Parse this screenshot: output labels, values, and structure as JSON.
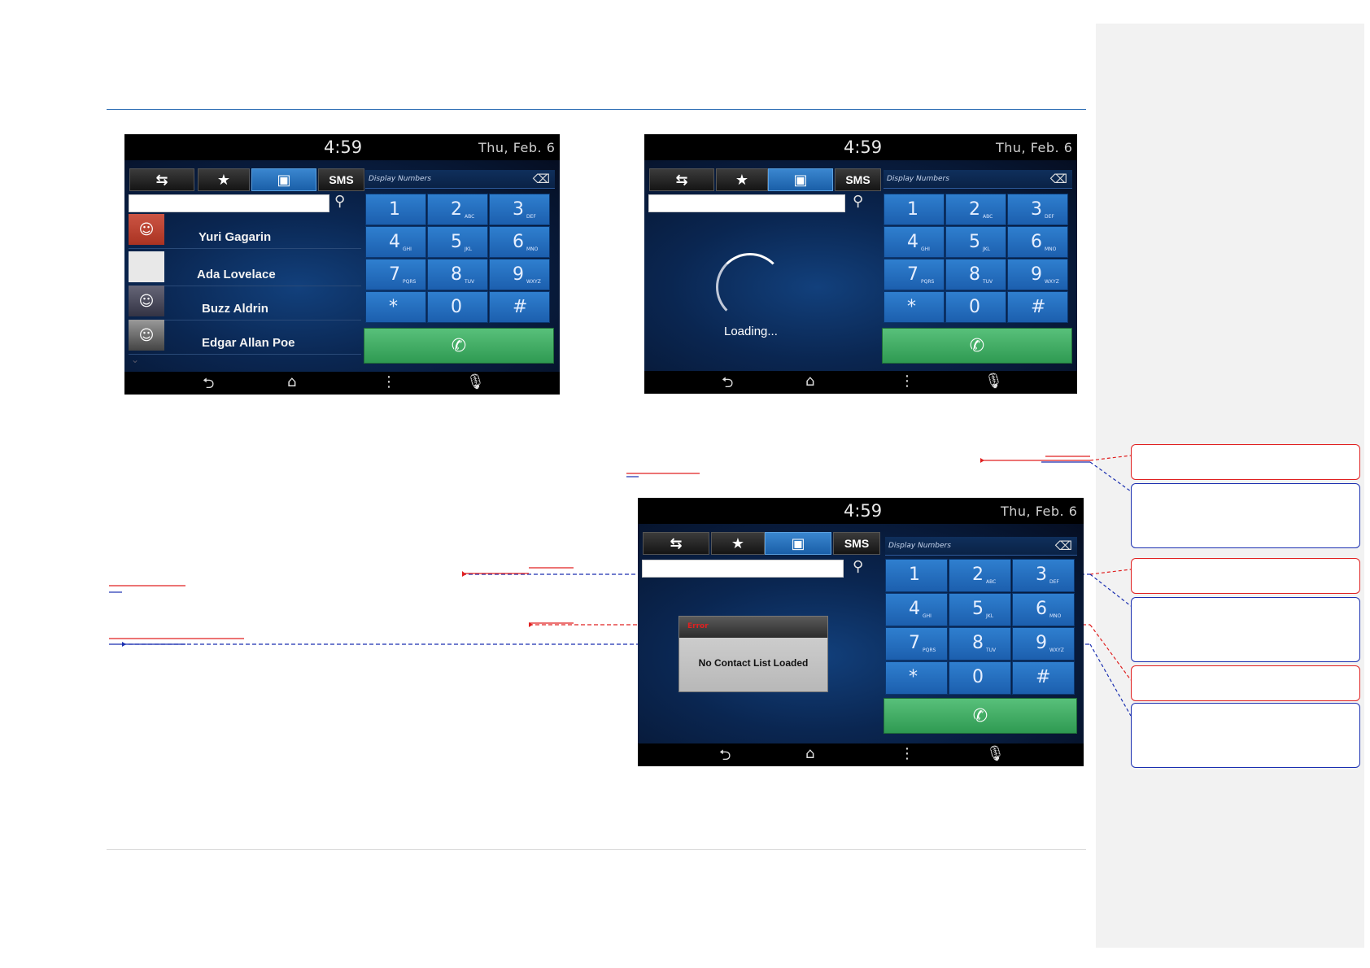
{
  "screens": [
    {
      "time": "4:59",
      "date": "Thu, Feb. 6",
      "tabs": {
        "recent_icon": "call-log-icon",
        "favorites_icon": "star-icon",
        "contacts_icon": "contacts-book-icon",
        "sms_label": "SMS"
      },
      "display_placeholder": "Display Numbers",
      "contacts": [
        {
          "name": "Yuri Gagarin",
          "avatar": "photo"
        },
        {
          "name": "Ada Lovelace",
          "avatar": "blank"
        },
        {
          "name": "Buzz Aldrin",
          "avatar": "photo"
        },
        {
          "name": "Edgar Allan Poe",
          "avatar": "photo"
        }
      ]
    },
    {
      "time": "4:59",
      "date": "Thu, Feb. 6",
      "sms_label": "SMS",
      "display_placeholder": "Display Numbers",
      "loading_text": "Loading..."
    },
    {
      "time": "4:59",
      "date": "Thu, Feb. 6",
      "sms_label": "SMS",
      "display_placeholder": "Display Numbers",
      "dialog": {
        "title": "Error",
        "message": "No Contact List Loaded"
      }
    }
  ],
  "keypad": [
    {
      "digit": "1",
      "sub": ""
    },
    {
      "digit": "2",
      "sub": "ABC"
    },
    {
      "digit": "3",
      "sub": "DEF"
    },
    {
      "digit": "4",
      "sub": "GHI"
    },
    {
      "digit": "5",
      "sub": "JKL"
    },
    {
      "digit": "6",
      "sub": "MNO"
    },
    {
      "digit": "7",
      "sub": "PQRS"
    },
    {
      "digit": "8",
      "sub": "TUV"
    },
    {
      "digit": "9",
      "sub": "WXYZ"
    },
    {
      "digit": "*",
      "sub": ""
    },
    {
      "digit": "0",
      "sub": ""
    },
    {
      "digit": "#",
      "sub": ""
    }
  ],
  "colors": {
    "accent_blue": "#2f7fcf",
    "call_green": "#3fae62",
    "error_red": "#e02020",
    "comment_red": "#e02020",
    "comment_blue": "#1a2fb0"
  },
  "icons": {
    "call": "phone-icon",
    "back": "back-arrow-icon",
    "home": "home-icon",
    "menu": "menu-dots-icon",
    "mic": "microphone-icon",
    "backspace": "backspace-icon",
    "search": "search-icon"
  }
}
